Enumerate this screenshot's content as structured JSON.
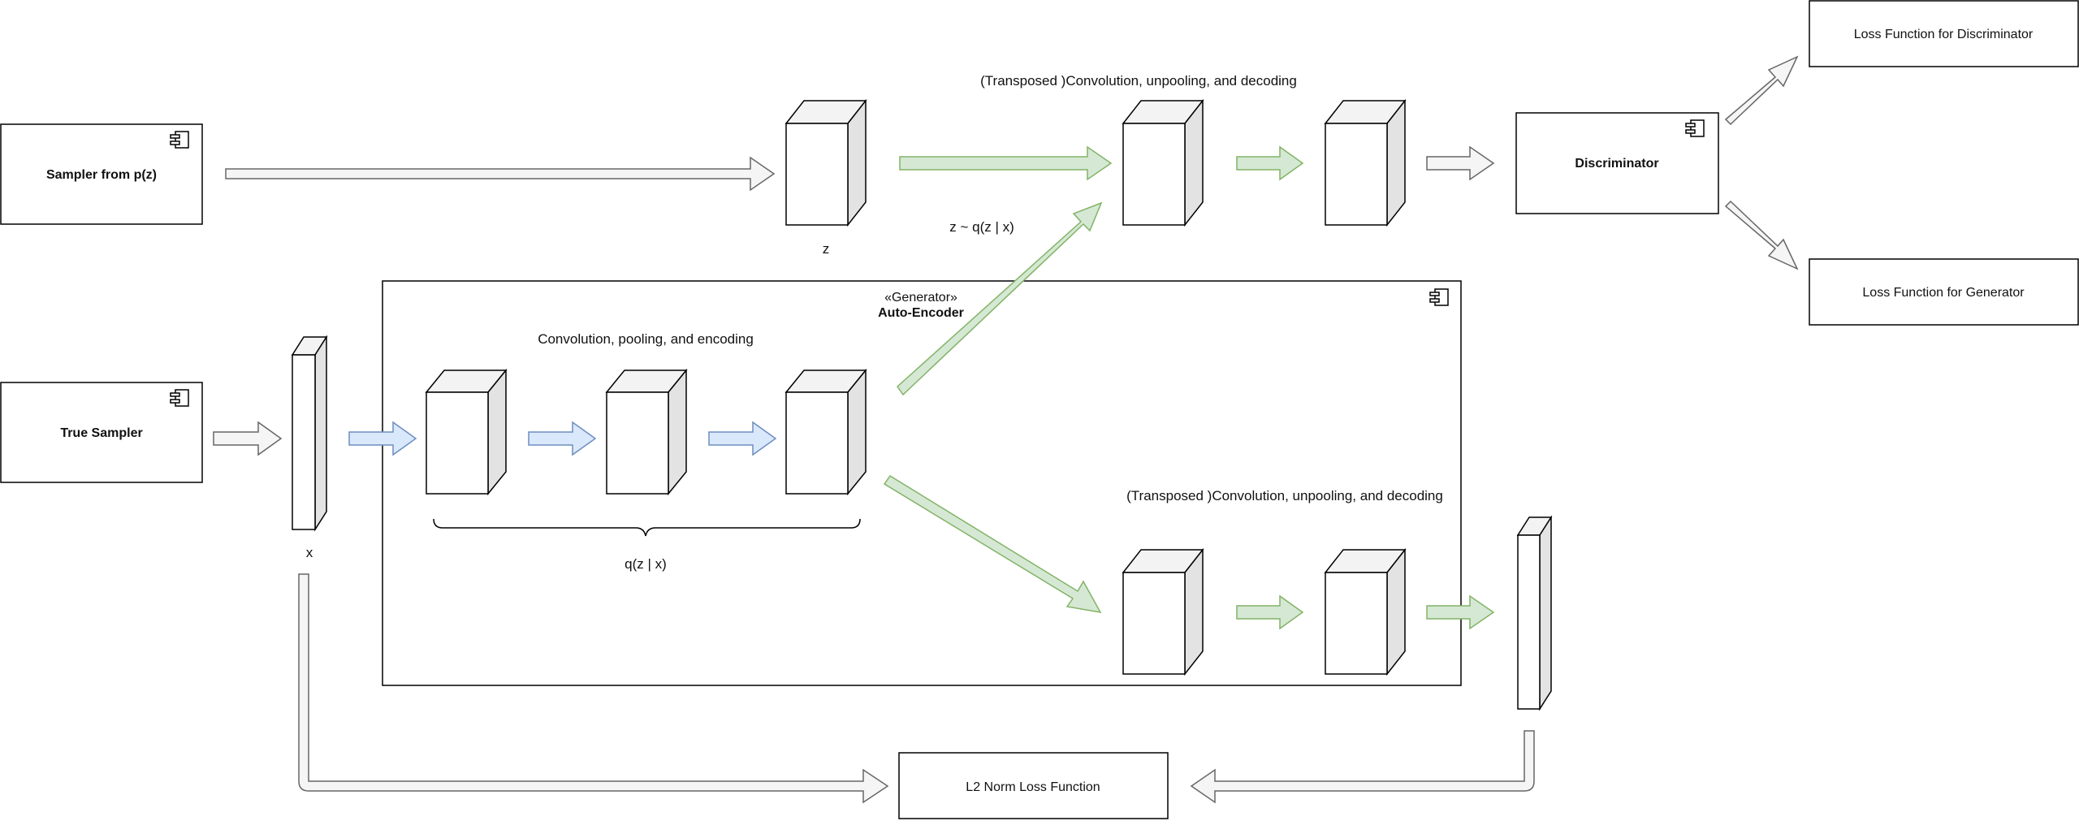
{
  "components": {
    "sampler_pz": "Sampler from p(z)",
    "true_sampler": "True Sampler",
    "discriminator": "Discriminator",
    "loss_discriminator": "Loss  Function for Discriminator",
    "loss_generator": "Loss  Function for Generator",
    "l2_loss": "L2 Norm Loss  Function",
    "autoencoder": {
      "stereotype": "«Generator»",
      "name": "Auto-Encoder"
    }
  },
  "labels": {
    "decoding_top": "(Transposed )Convolution, unpooling, and decoding",
    "decoding_bottom": "(Transposed )Convolution, unpooling, and decoding",
    "encoding": "Convolution, pooling, and encoding",
    "z": "z",
    "x": "x",
    "z_given_x": "z ~ q(z | x)",
    "q_z_given_x": "q(z | x)"
  },
  "colors": {
    "green_arrow_fill": "#d5e8d4",
    "green_arrow_stroke": "#82b366",
    "blue_arrow_fill": "#dae8fc",
    "blue_arrow_stroke": "#6c8ebf",
    "gray_arrow_fill": "#f5f5f5",
    "gray_arrow_stroke": "#666666"
  },
  "icons": [
    "component-icon"
  ]
}
